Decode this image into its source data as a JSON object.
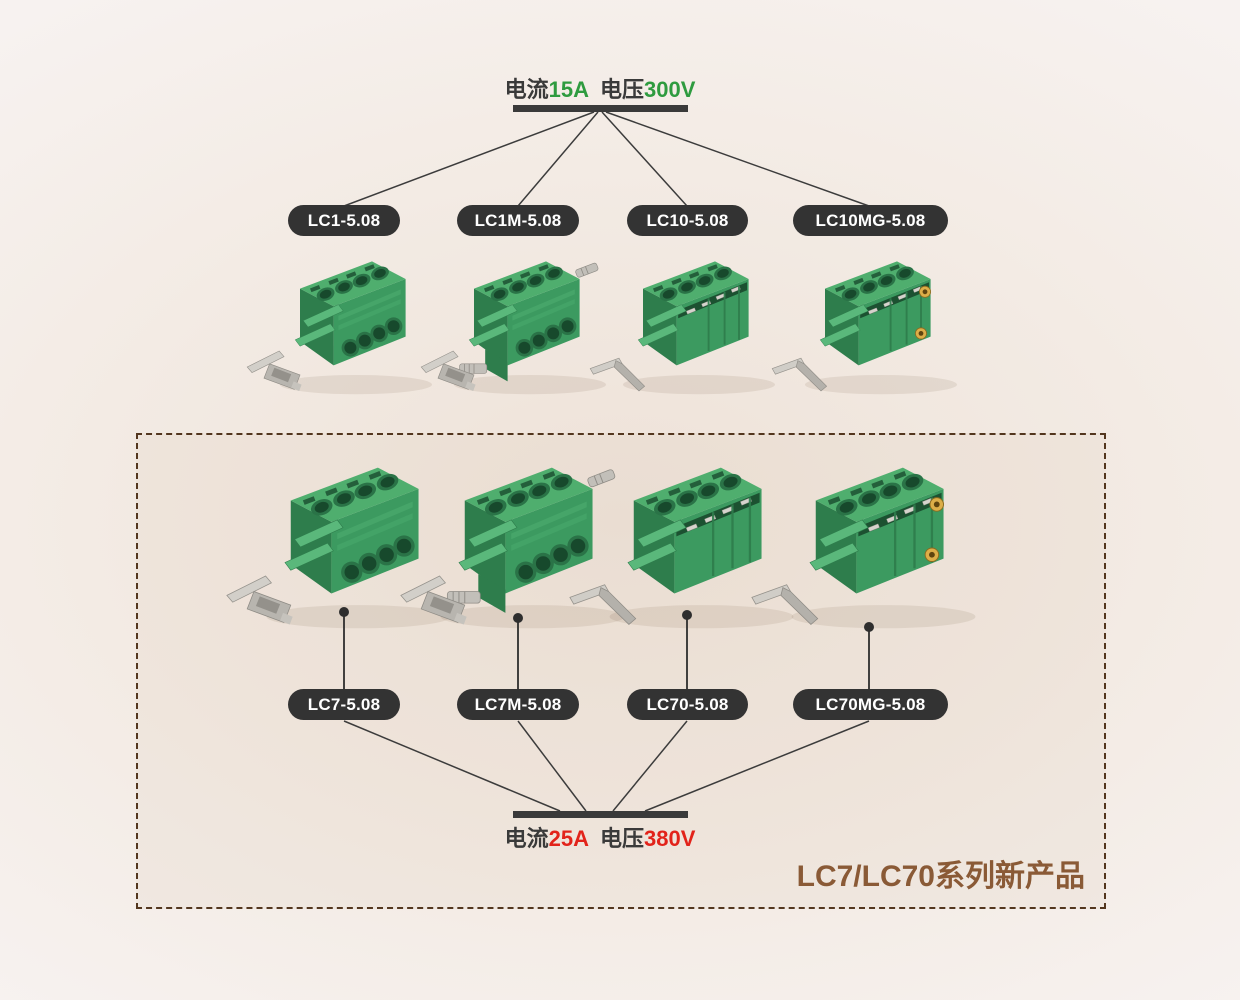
{
  "top_section": {
    "spec": {
      "current_label": "电流",
      "current_value": "15A",
      "voltage_label": "电压",
      "voltage_value": "300V",
      "value_color": "#2e9b3f"
    },
    "products": [
      {
        "label": "LC1-5.08",
        "type": "plug"
      },
      {
        "label": "LC1M-5.08",
        "type": "plug-m"
      },
      {
        "label": "LC10-5.08",
        "type": "header"
      },
      {
        "label": "LC10MG-5.08",
        "type": "header-mg"
      }
    ]
  },
  "bottom_section": {
    "spec": {
      "current_label": "电流",
      "current_value": "25A",
      "voltage_label": "电压",
      "voltage_value": "380V",
      "value_color": "#e2231a"
    },
    "products": [
      {
        "label": "LC7-5.08",
        "type": "plug"
      },
      {
        "label": "LC7M-5.08",
        "type": "plug-m"
      },
      {
        "label": "LC70-5.08",
        "type": "header"
      },
      {
        "label": "LC70MG-5.08",
        "type": "header-mg"
      }
    ],
    "caption": {
      "text": "LC7/LC70系列新产品",
      "color": "#8a5a36"
    }
  },
  "colors": {
    "background": "#f3ebe4",
    "pill_background": "#333333",
    "pill_text": "#ffffff",
    "line": "#3c3c3c",
    "panel_border": "#53361e",
    "green_value": "#2e9b3f",
    "red_value": "#e2231a",
    "caption_brown": "#8a5a36",
    "connector_green": "#3c9a60",
    "metal_silver": "#c6c3bd",
    "gold_insert": "#dcae48"
  }
}
